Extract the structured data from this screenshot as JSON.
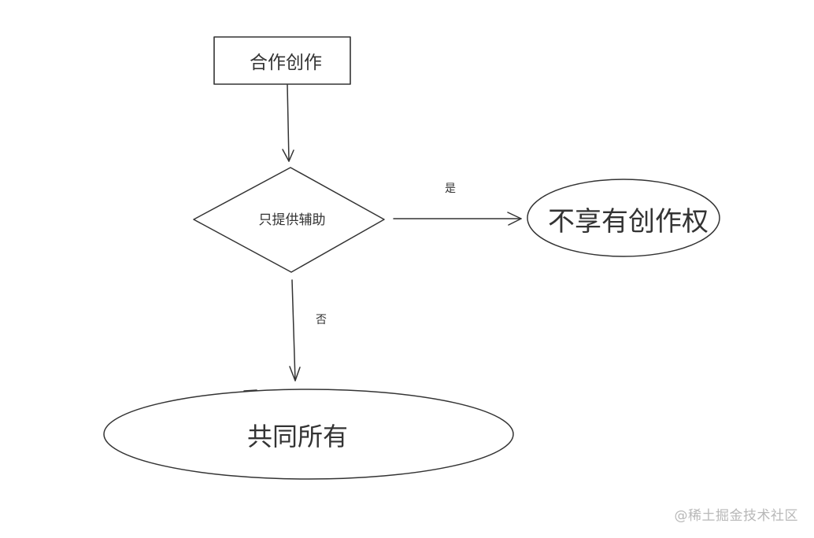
{
  "nodes": {
    "start": "合作创作",
    "decision": "只提供辅助",
    "yes_result": "不享有创作权",
    "no_result": "共同所有"
  },
  "edges": {
    "yes_label": "是",
    "no_label": "否"
  },
  "watermark": "@稀土掘金技术社区",
  "colors": {
    "stroke": "#333333",
    "background": "#ffffff",
    "watermark": "#b8b8b8"
  }
}
